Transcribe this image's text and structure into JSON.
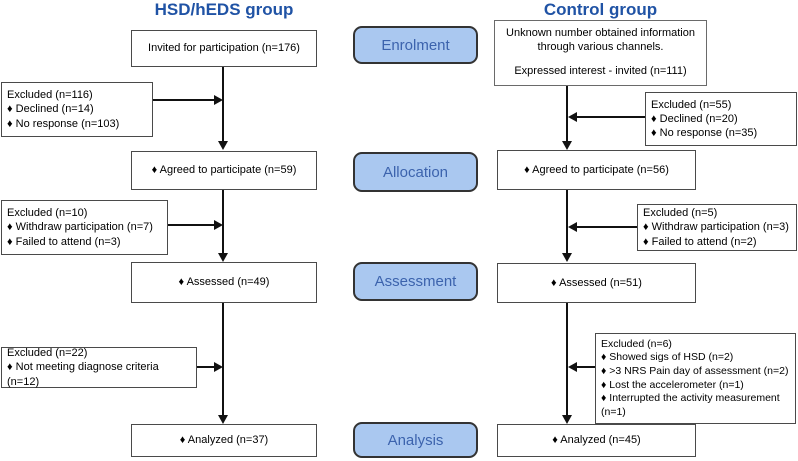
{
  "titles": {
    "hsd": "HSD/hEDS group",
    "control": "Control group"
  },
  "stages": {
    "enrolment": "Enrolment",
    "allocation": "Allocation",
    "assessment": "Assessment",
    "analysis": "Analysis"
  },
  "hsd": {
    "invited": "Invited for participation (n=176)",
    "agreed": "♦  Agreed to participate (n=59)",
    "assessed": "♦  Assessed (n=49)",
    "analyzed": "♦  Analyzed (n=37)",
    "excluded_enrolment": {
      "header": "Excluded (n=116)",
      "items": [
        "♦ Declined (n=14)",
        "♦ No response (n=103)"
      ]
    },
    "excluded_allocation": {
      "header": "Excluded (n=10)",
      "items": [
        "♦ Withdraw participation (n=7)",
        "♦ Failed to attend (n=3)"
      ]
    },
    "excluded_assessment": {
      "header": "Excluded (n=22)",
      "items": [
        "♦ Not meeting diagnose criteria (n=12)"
      ]
    }
  },
  "control": {
    "info_line1": "Unknown number obtained information through various channels.",
    "info_line2": "Expressed interest - invited (n=111)",
    "agreed": "♦  Agreed to participate (n=56)",
    "assessed": "♦  Assessed (n=51)",
    "analyzed": "♦  Analyzed (n=45)",
    "excluded_enrolment": {
      "header": "Excluded (n=55)",
      "items": [
        "♦ Declined (n=20)",
        "♦ No response (n=35)"
      ]
    },
    "excluded_allocation": {
      "header": "Excluded (n=5)",
      "items": [
        "♦ Withdraw participation (n=3)",
        "♦ Failed to attend (n=2)"
      ]
    },
    "excluded_analysis": {
      "header": "Excluded (n=6)",
      "items": [
        "♦ Showed sigs of HSD (n=2)",
        "♦ >3 NRS Pain day of assessment (n=2)",
        "♦ Lost the accelerometer (n=1)",
        "♦ Interrupted the activity measurement (n=1)"
      ]
    }
  },
  "colors": {
    "stage_fill": "#aac8f0",
    "stage_border": "#333333",
    "stage_text": "#3c63ad",
    "title_text": "#2053a5",
    "box_border": "#4a4a4a",
    "arrow": "#111111"
  }
}
